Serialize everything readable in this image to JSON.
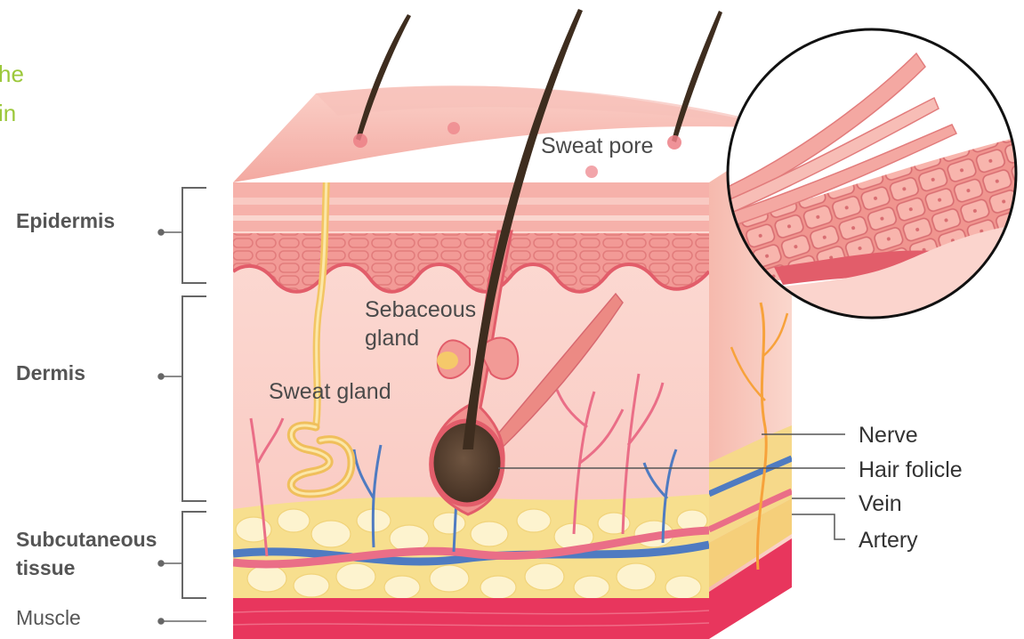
{
  "title": {
    "line1": "he",
    "line2": "in"
  },
  "layers": [
    {
      "id": "epidermis",
      "label": "Epidermis"
    },
    {
      "id": "dermis",
      "label": "Dermis"
    },
    {
      "id": "subcutaneous",
      "label": "Subcutaneous\ntissue"
    },
    {
      "id": "muscle",
      "label": "Muscle"
    }
  ],
  "parts": {
    "sweat_pore": "Sweat pore",
    "sebaceous_gland": "Sebaceous\ngland",
    "sweat_gland": "Sweat gland"
  },
  "callouts": [
    {
      "id": "nerve",
      "label": "Nerve"
    },
    {
      "id": "hair-follicle",
      "label": "Hair folicle"
    },
    {
      "id": "vein",
      "label": "Vein"
    },
    {
      "id": "artery",
      "label": "Artery"
    }
  ],
  "colors": {
    "title": "#9cc83b",
    "skin_surface": "#f4b7b0",
    "epidermis": "#f6a9a4",
    "dermis": "#fbd4cd",
    "fat": "#f7df8e",
    "muscle": "#e8365d",
    "vein": "#4f7bc1",
    "artery": "#ea6e87",
    "nerve": "#f7a23b",
    "hair": "#3e2d1f",
    "bulb": "#5b4430",
    "sweat_gland": "#f5c96a"
  }
}
